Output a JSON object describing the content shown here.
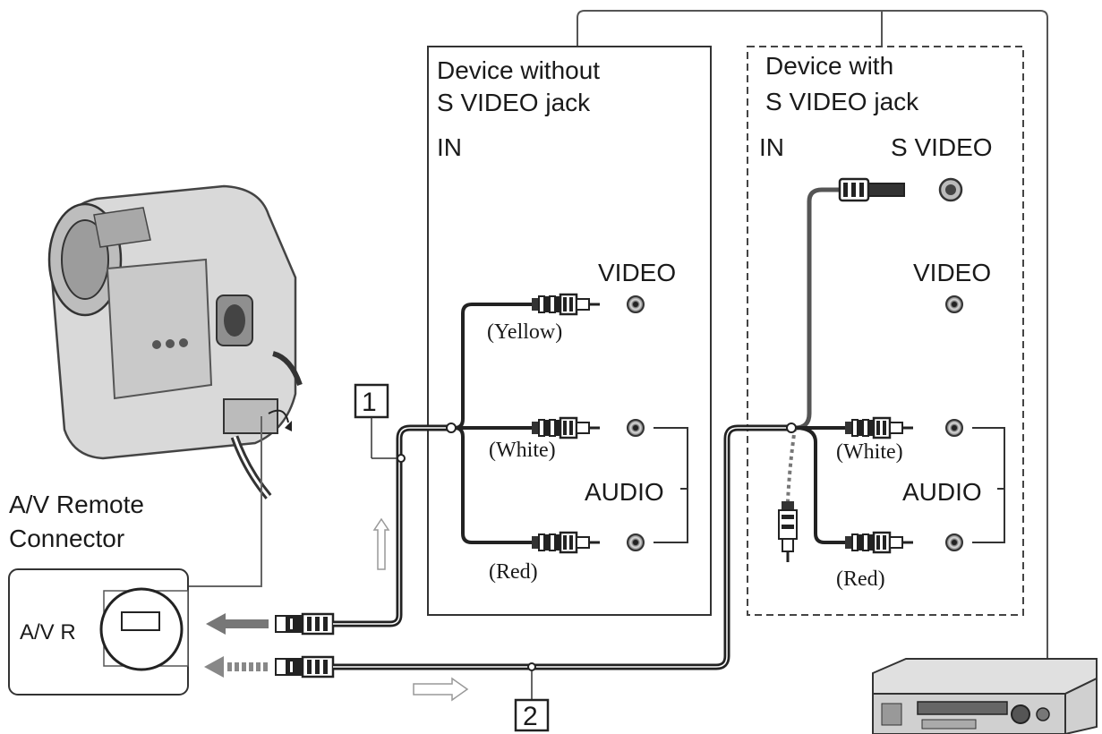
{
  "panels": {
    "without": {
      "title_line1": "Device without",
      "title_line2": "S VIDEO jack",
      "in_label": "IN",
      "video_label": "VIDEO",
      "audio_label": "AUDIO",
      "yellow_label": "(Yellow)",
      "white_label": "(White)",
      "red_label": "(Red)"
    },
    "with": {
      "title_line1": "Device with",
      "title_line2": "S VIDEO jack",
      "in_label": "IN",
      "svideo_label": "S VIDEO",
      "video_label": "VIDEO",
      "audio_label": "AUDIO",
      "white_label": "(White)",
      "red_label": "(Red)"
    }
  },
  "connector": {
    "caption_line1": "A/V Remote",
    "caption_line2": "Connector",
    "jack_label": "A/V R"
  },
  "callouts": {
    "one": "1",
    "two": "2"
  }
}
